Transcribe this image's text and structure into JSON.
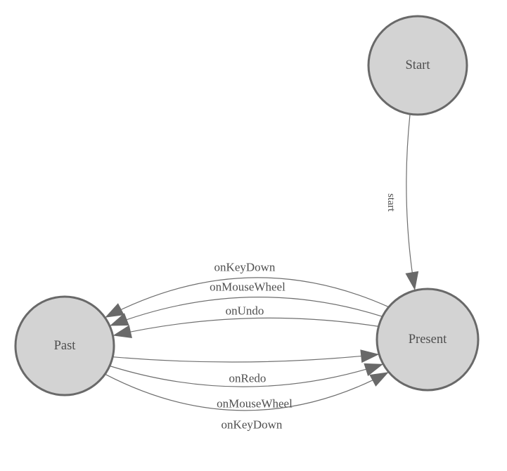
{
  "diagram": {
    "type": "state-diagram",
    "colors": {
      "background": "#ffffff",
      "node_fill": "#d3d3d3",
      "node_border": "#696969",
      "edge_line": "#6f6f6f",
      "arrow_fill": "#696969",
      "label_text": "#4f4f4f"
    },
    "nodes": [
      {
        "id": "start",
        "label": "Start"
      },
      {
        "id": "past",
        "label": "Past"
      },
      {
        "id": "present",
        "label": "Present"
      }
    ],
    "edges": [
      {
        "from": "start",
        "to": "present",
        "label": "start"
      },
      {
        "from": "present",
        "to": "past",
        "label": "onKeyDown"
      },
      {
        "from": "present",
        "to": "past",
        "label": "onMouseWheel"
      },
      {
        "from": "present",
        "to": "past",
        "label": "onUndo"
      },
      {
        "from": "past",
        "to": "present",
        "label": "onRedo"
      },
      {
        "from": "past",
        "to": "present",
        "label": "onMouseWheel"
      },
      {
        "from": "past",
        "to": "present",
        "label": "onKeyDown"
      }
    ]
  }
}
